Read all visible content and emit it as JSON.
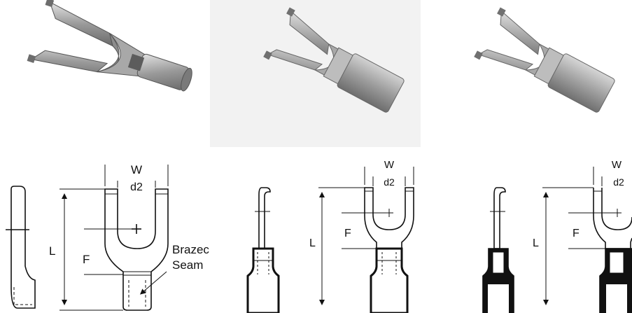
{
  "photos": [
    {
      "name": "bare-spade-terminal-photo"
    },
    {
      "name": "insulated-spade-terminal-photo"
    },
    {
      "name": "insulated-spade-terminal-photo-2"
    }
  ],
  "drawing_1": {
    "w_label": "W",
    "d2_label": "d2",
    "l_label": "L",
    "f_label": "F",
    "brazed_label": "Brazec",
    "seam_label": "Seam"
  },
  "drawing_2": {
    "w_label": "W",
    "d2_label": "d2",
    "l_label": "L",
    "f_label": "F"
  },
  "drawing_3": {
    "w_label": "W",
    "d2_label": "d2",
    "l_label": "L",
    "f_label": "F"
  }
}
